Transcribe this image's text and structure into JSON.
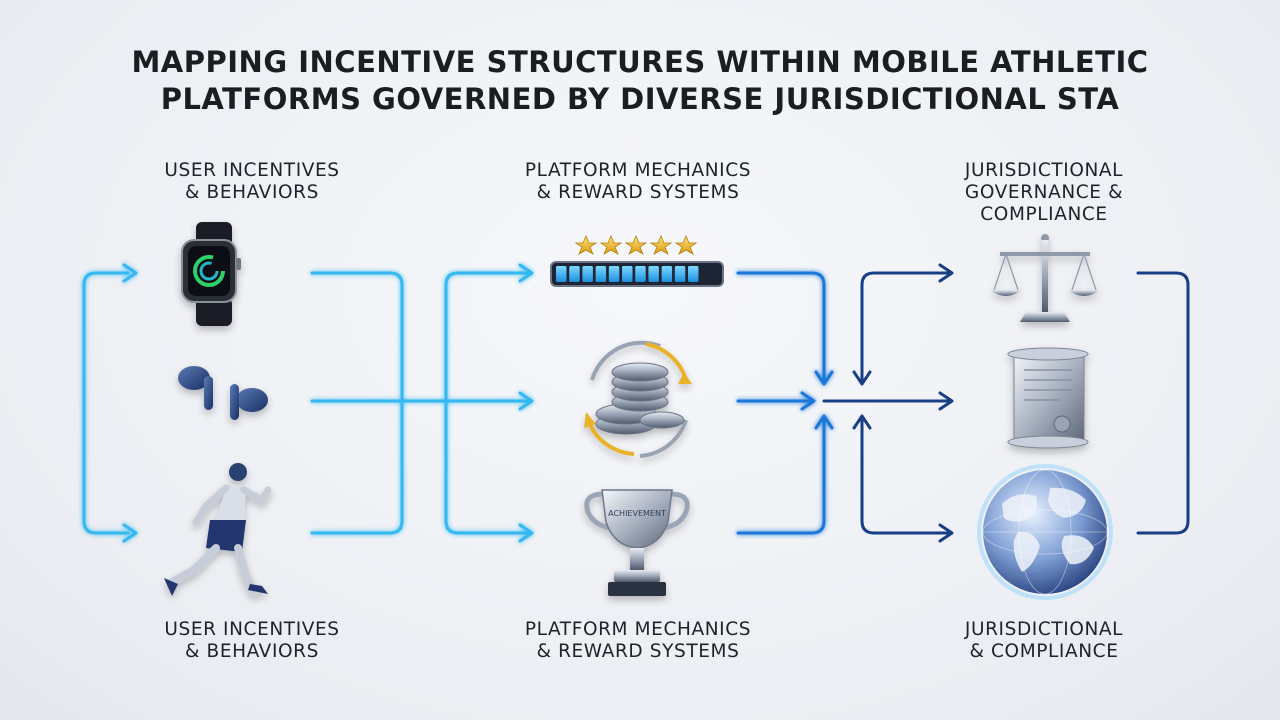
{
  "title": {
    "line1": "MAPPING INCENTIVE STRUCTURES WITHIN MOBILE ATHLETIC",
    "line2": "PLATFORMS GOVERNED BY DIVERSE JURISDICTIONAL STA"
  },
  "columns": {
    "user": {
      "top": [
        "USER INCENTIVES",
        "& BEHAVIORS"
      ],
      "bottom": [
        "USER INCENTIVES",
        "& BEHAVIORS"
      ]
    },
    "platform": {
      "top": [
        "PLATFORM MECHANICS",
        "& REWARD SYSTEMS"
      ],
      "bottom": [
        "PLATFORM MECHANICS",
        "& REWARD SYSTEMS"
      ]
    },
    "jurisdiction": {
      "top": [
        "JURISDICTIONAL",
        "GOVERNANCE &",
        "COMPLIANCE"
      ],
      "bottom": [
        "JURISDICTIONAL",
        "& COMPLIANCE"
      ]
    }
  },
  "trophy_text": "ACHIEVEMENT",
  "icons": {
    "user": [
      "smartwatch-icon",
      "earbuds-icon",
      "runner-icon"
    ],
    "platform": [
      "star-progress-icon",
      "coins-cycle-icon",
      "trophy-icon"
    ],
    "jurisdiction": [
      "scales-icon",
      "scroll-certificate-icon",
      "globe-icon"
    ]
  },
  "colors": {
    "cyan": "#35b8f0",
    "blue": "#1f78d8",
    "navy": "#173f86",
    "gold": "#e9b22a"
  }
}
